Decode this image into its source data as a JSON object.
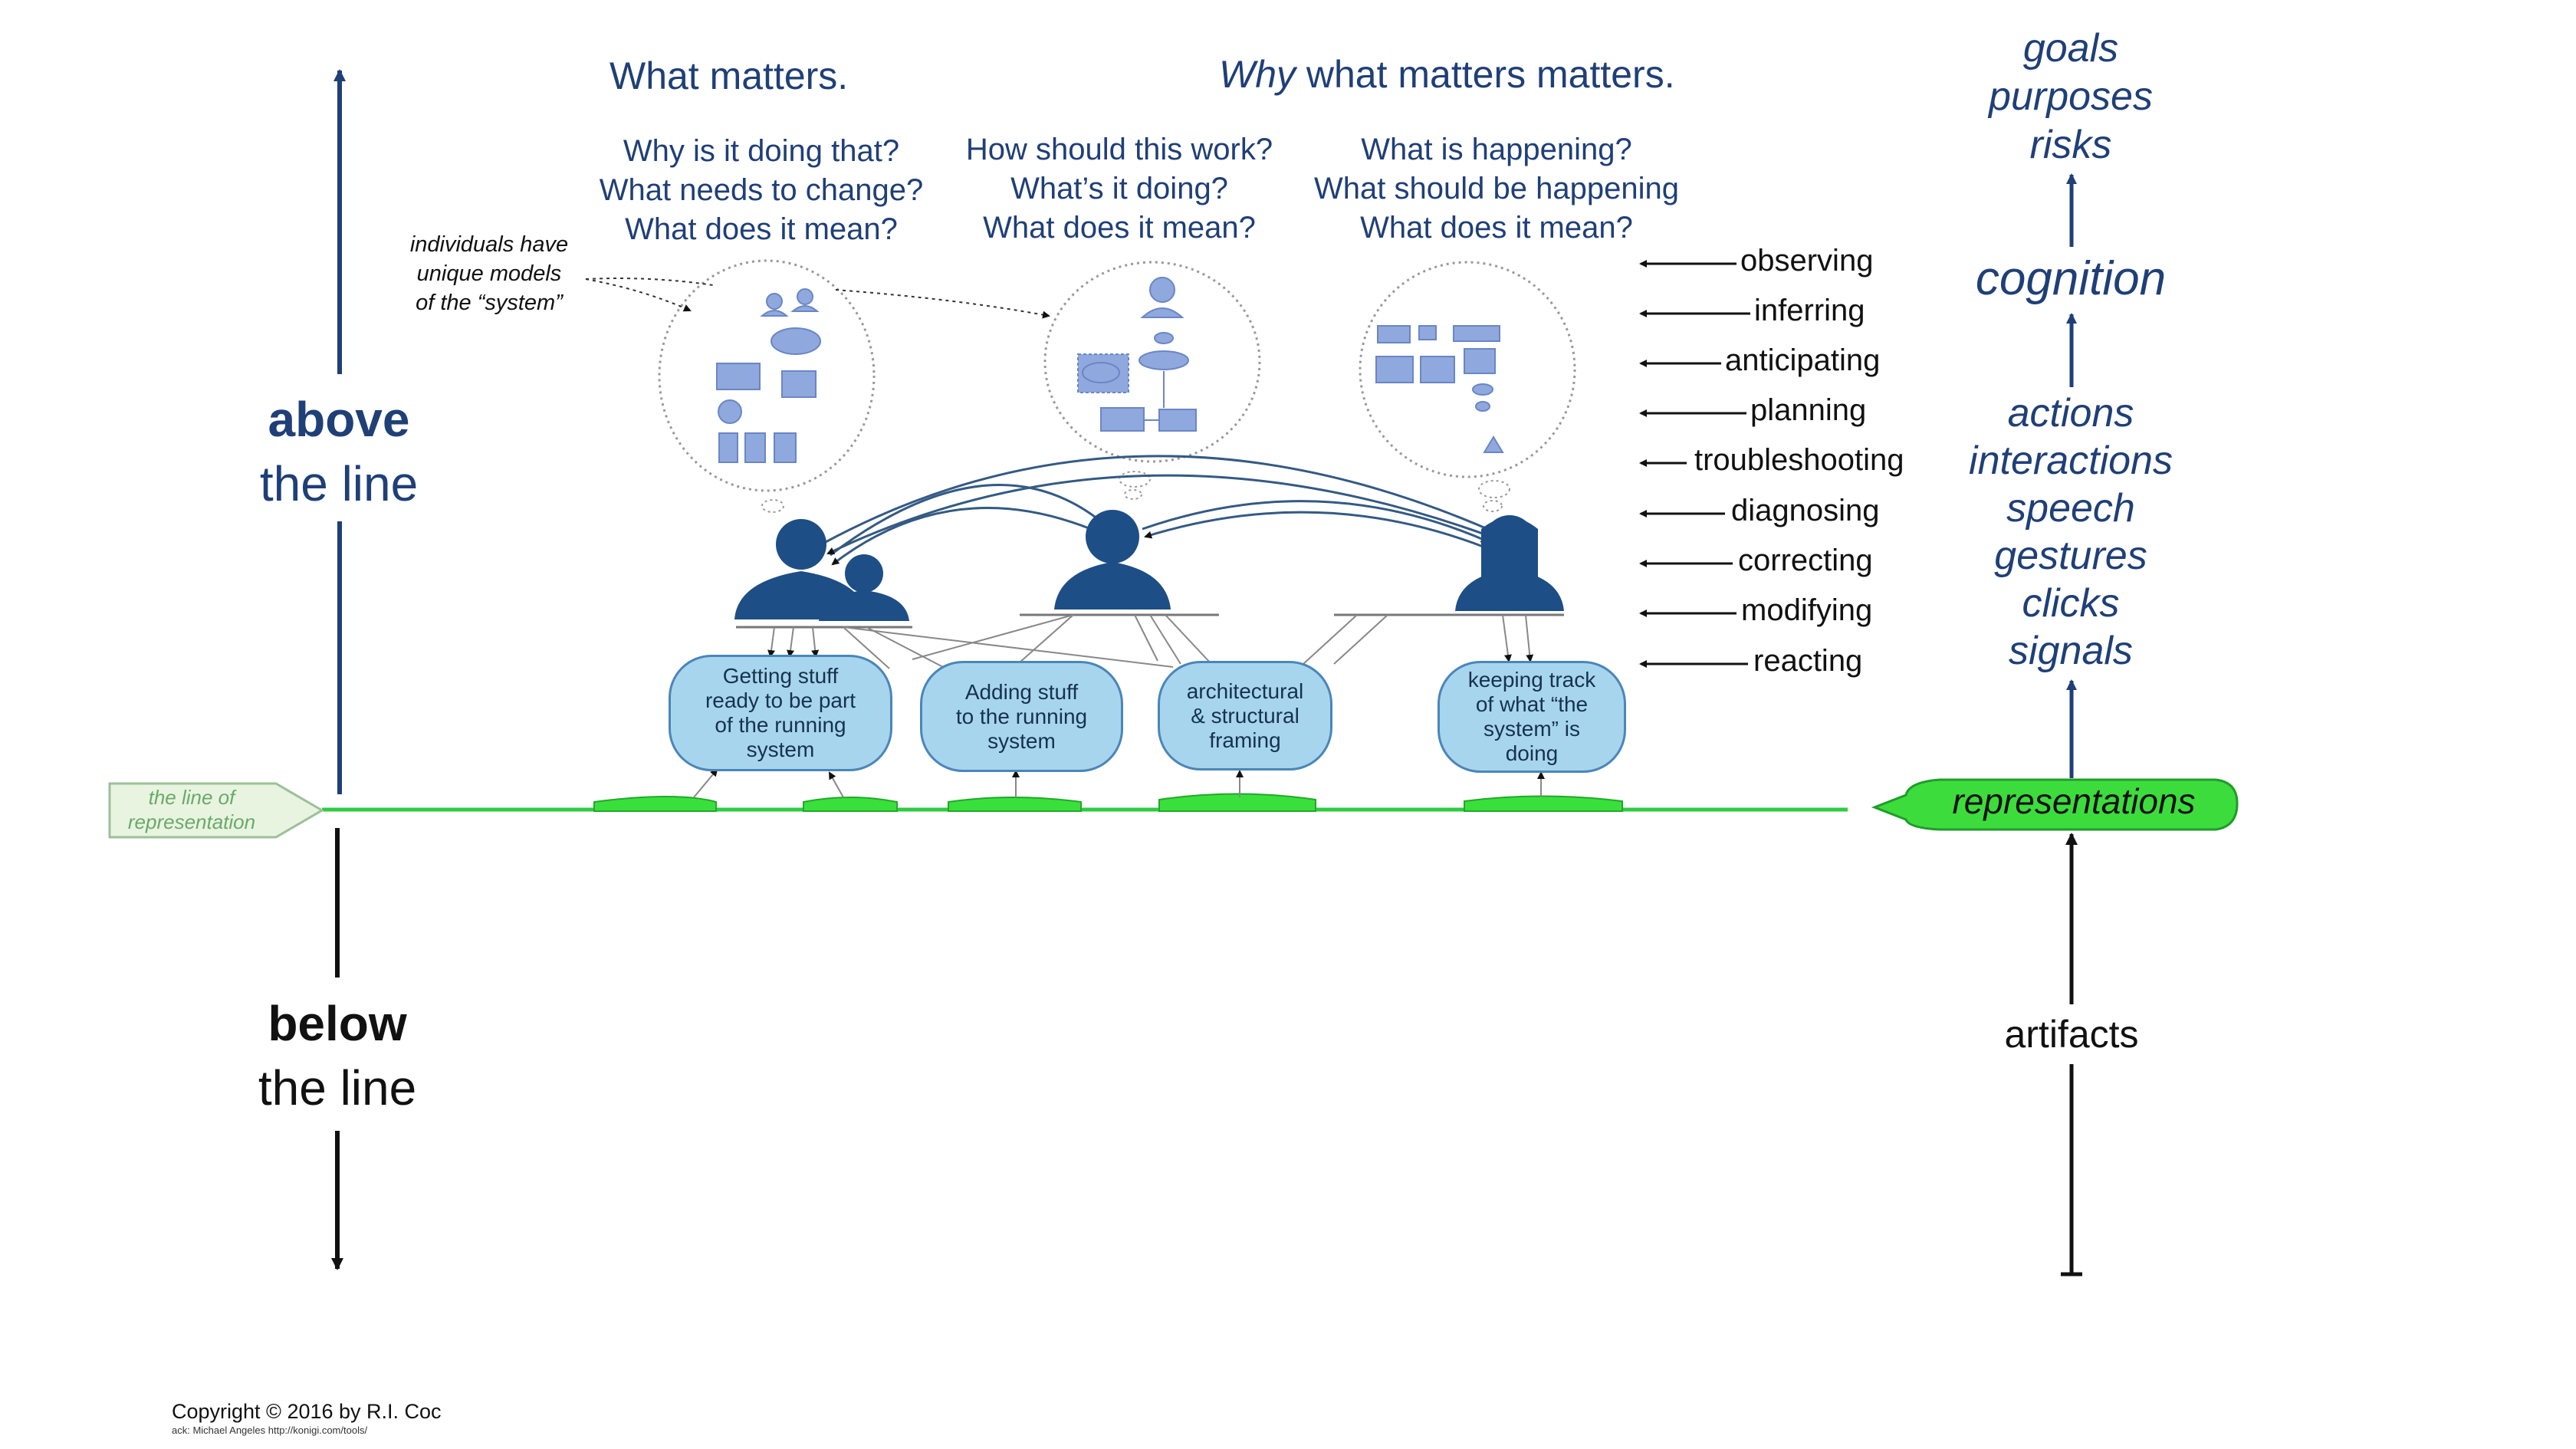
{
  "header": {
    "what_matters": "What matters.",
    "why_prefix": "Why",
    "why_rest": " what matters matters."
  },
  "questions": [
    [
      "Why is it doing that?",
      "What needs to change?",
      "What does it mean?"
    ],
    [
      "How should this work?",
      "What’s it doing?",
      "What does it mean?"
    ],
    [
      "What is happening?",
      "What should be happening",
      "What does it mean?"
    ]
  ],
  "note": [
    "individuals have",
    "unique models",
    "of the “system”"
  ],
  "above": {
    "bold": "above",
    "rest": "the line"
  },
  "below": {
    "bold": "below",
    "rest": "the line"
  },
  "activities": [
    "observing",
    "inferring",
    "anticipating",
    "planning",
    "troubleshooting",
    "diagnosing",
    "correcting",
    "modifying",
    "reacting"
  ],
  "right_column": {
    "top": [
      "goals",
      "purposes",
      "risks"
    ],
    "cognition": "cognition",
    "middle": [
      "actions",
      "interactions",
      "speech",
      "gestures",
      "clicks",
      "signals"
    ],
    "representations": "representations",
    "artifacts": "artifacts"
  },
  "line_tag": [
    "the line of",
    "representation"
  ],
  "boxes": [
    "Getting stuff\nready to be part\nof the running\nsystem",
    "Adding stuff\nto the running\nsystem",
    "architectural\n& structural\nframing",
    "keeping track\nof what “the\nsystem” is\ndoing"
  ],
  "copyright": "Copyright © 2016 by R.I. Coc",
  "ack": "ack: Michael Angeles http://konigi.com/tools/",
  "colors": {
    "navy": "#1f3f77",
    "green": "#2ecc40",
    "box_fill": "#a8d5ee",
    "icon": "#8fa8de"
  }
}
